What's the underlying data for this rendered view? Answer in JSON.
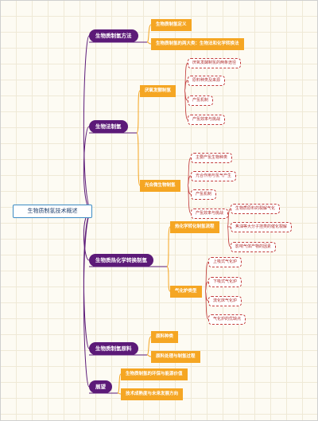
{
  "root": "生物质制氢技术概述",
  "branches": {
    "method": {
      "label": "生物质制氢方法",
      "children": [
        "生物质制氢定义",
        "生物质制氢的两大类：生物法和化学转换法"
      ]
    },
    "bio": {
      "label": "生物法制氢",
      "dark": {
        "label": "厌氧发酵制氢",
        "items": [
          "厌氧发酵制氢的两条途径",
          "原料种类及来源",
          "产氢机制",
          "产氢效率与挑战"
        ]
      },
      "photo": {
        "label": "光合微生物制氢",
        "items": [
          "主要产氢生物种类",
          "光合作用与氢气产生",
          "产氢机制",
          "产氢效率与挑战"
        ]
      }
    },
    "thermo": {
      "label": "生物质热化学转换制氢",
      "catalytic": {
        "label": "热化学转化制氢流程",
        "items": [
          "生物质原料的裂解气化",
          "焦油等大分子挂类的催化裂解",
          "影响气体产物的因素"
        ]
      },
      "gasifier": {
        "label": "气化炉类型",
        "items": [
          "上吸式气化炉",
          "下吸式气化炉",
          "流化床气化炉",
          "气化炉的优缺点"
        ]
      }
    },
    "feedstock": {
      "label": "生物质制氢原料",
      "children": [
        "原料种类",
        "原料处理与制氢过程"
      ]
    },
    "outlook": {
      "label": "展望",
      "children": [
        "生物质制氢的环保与能源价值",
        "技术成熟度与未来发展方向"
      ]
    }
  },
  "colors": {
    "l1": "#5c1a78",
    "l2": "#f5a623",
    "l3_border": "#c23b3b",
    "root_border": "#3d8cc4"
  }
}
